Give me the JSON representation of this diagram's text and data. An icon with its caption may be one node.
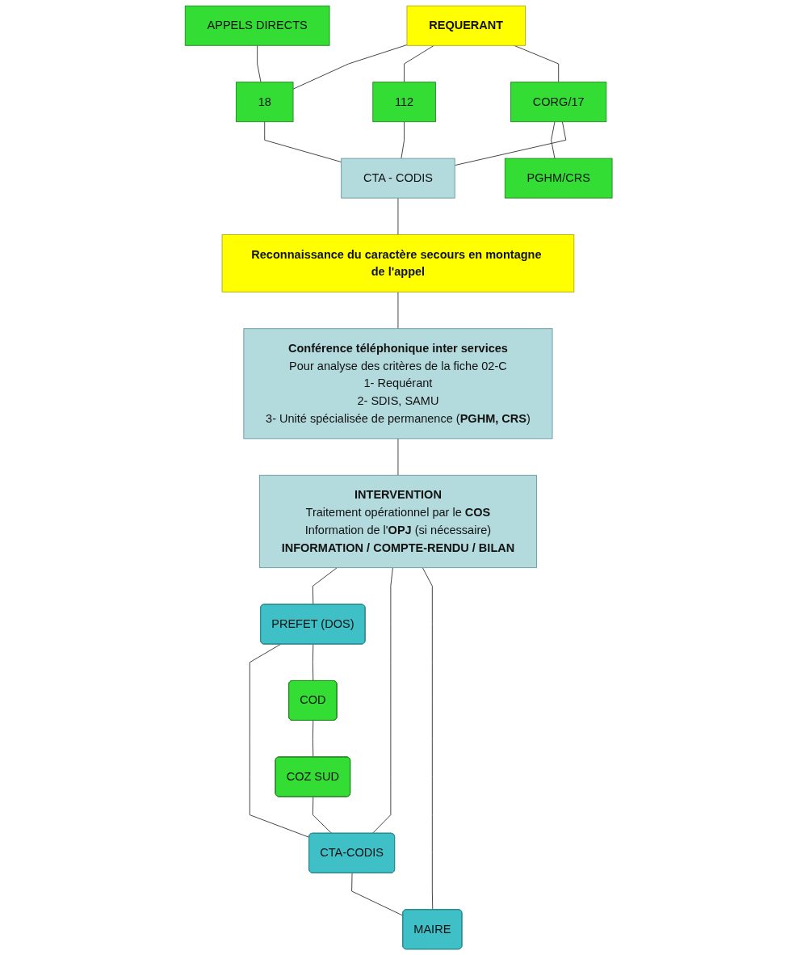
{
  "diagram": {
    "nodes": [
      {
        "text": [
          "REQUERANT"
        ]
      },
      {
        "text": [
          "APPELS DIRECTS"
        ]
      },
      {
        "text": [
          "18"
        ]
      },
      {
        "text": [
          "112"
        ]
      },
      {
        "text": [
          "CORG/17"
        ]
      },
      {
        "text": [
          "PGHM/CRS"
        ]
      },
      {
        "text": [
          "CTA - CODIS"
        ]
      },
      {
        "text": [
          "Reconnaissance du caractère secours en montagne de l'appel"
        ]
      },
      {
        "text": [
          "Conférence téléphonique inter services",
          "Pour analyse des critères de la fiche 02-C",
          "1- Requérant",
          "2- SDIS, SAMU",
          "3- Unité spécialisée de permanence (**PGHM, CRS**)"
        ]
      },
      {
        "text": [
          "INTERVENTION",
          "Traitement opérationnel par le **COS**",
          "Information de l'**OPJ** (si nécessaire)",
          "INFORMATION / COMPTE-RENDU / BILAN"
        ]
      },
      {
        "text": [
          "PREFET (DOS)"
        ]
      },
      {
        "text": [
          "CTA-CODIS"
        ]
      },
      {
        "text": [
          "MAIRE"
        ]
      },
      {
        "text": [
          "COD"
        ]
      },
      {
        "text": [
          "COZ SUD"
        ]
      }
    ],
    "edges": [
      {
        "from": 0,
        "to": 2,
        "arrow": "none"
      },
      {
        "from": 0,
        "to": 3,
        "arrow": "none"
      },
      {
        "from": 0,
        "to": 4,
        "arrow": "none"
      },
      {
        "from": 1,
        "to": 2,
        "arrow": "none"
      },
      {
        "from": 4,
        "to": 5,
        "arrow": "none"
      },
      {
        "from": 2,
        "to": 6,
        "arrow": "none"
      },
      {
        "from": 3,
        "to": 6,
        "arrow": "none"
      },
      {
        "from": 4,
        "to": 6,
        "arrow": "none"
      },
      {
        "from": 6,
        "to": 7,
        "arrow": "none"
      },
      {
        "from": 7,
        "to": 8,
        "arrow": "none"
      },
      {
        "from": 8,
        "to": 9,
        "arrow": "none"
      },
      {
        "from": 9,
        "to": 10,
        "arrow": "none"
      },
      {
        "from": 9,
        "to": 11,
        "arrow": "none"
      },
      {
        "from": 9,
        "to": 12,
        "arrow": "none"
      },
      {
        "from": 10,
        "to": 11,
        "arrow": "none"
      },
      {
        "from": 11,
        "to": 12,
        "arrow": "none"
      },
      {
        "from": 10,
        "to": 13,
        "arrow": "none"
      },
      {
        "from": 13,
        "to": 14,
        "arrow": "none"
      },
      {
        "from": 14,
        "to": 11,
        "arrow": "none"
      }
    ]
  }
}
